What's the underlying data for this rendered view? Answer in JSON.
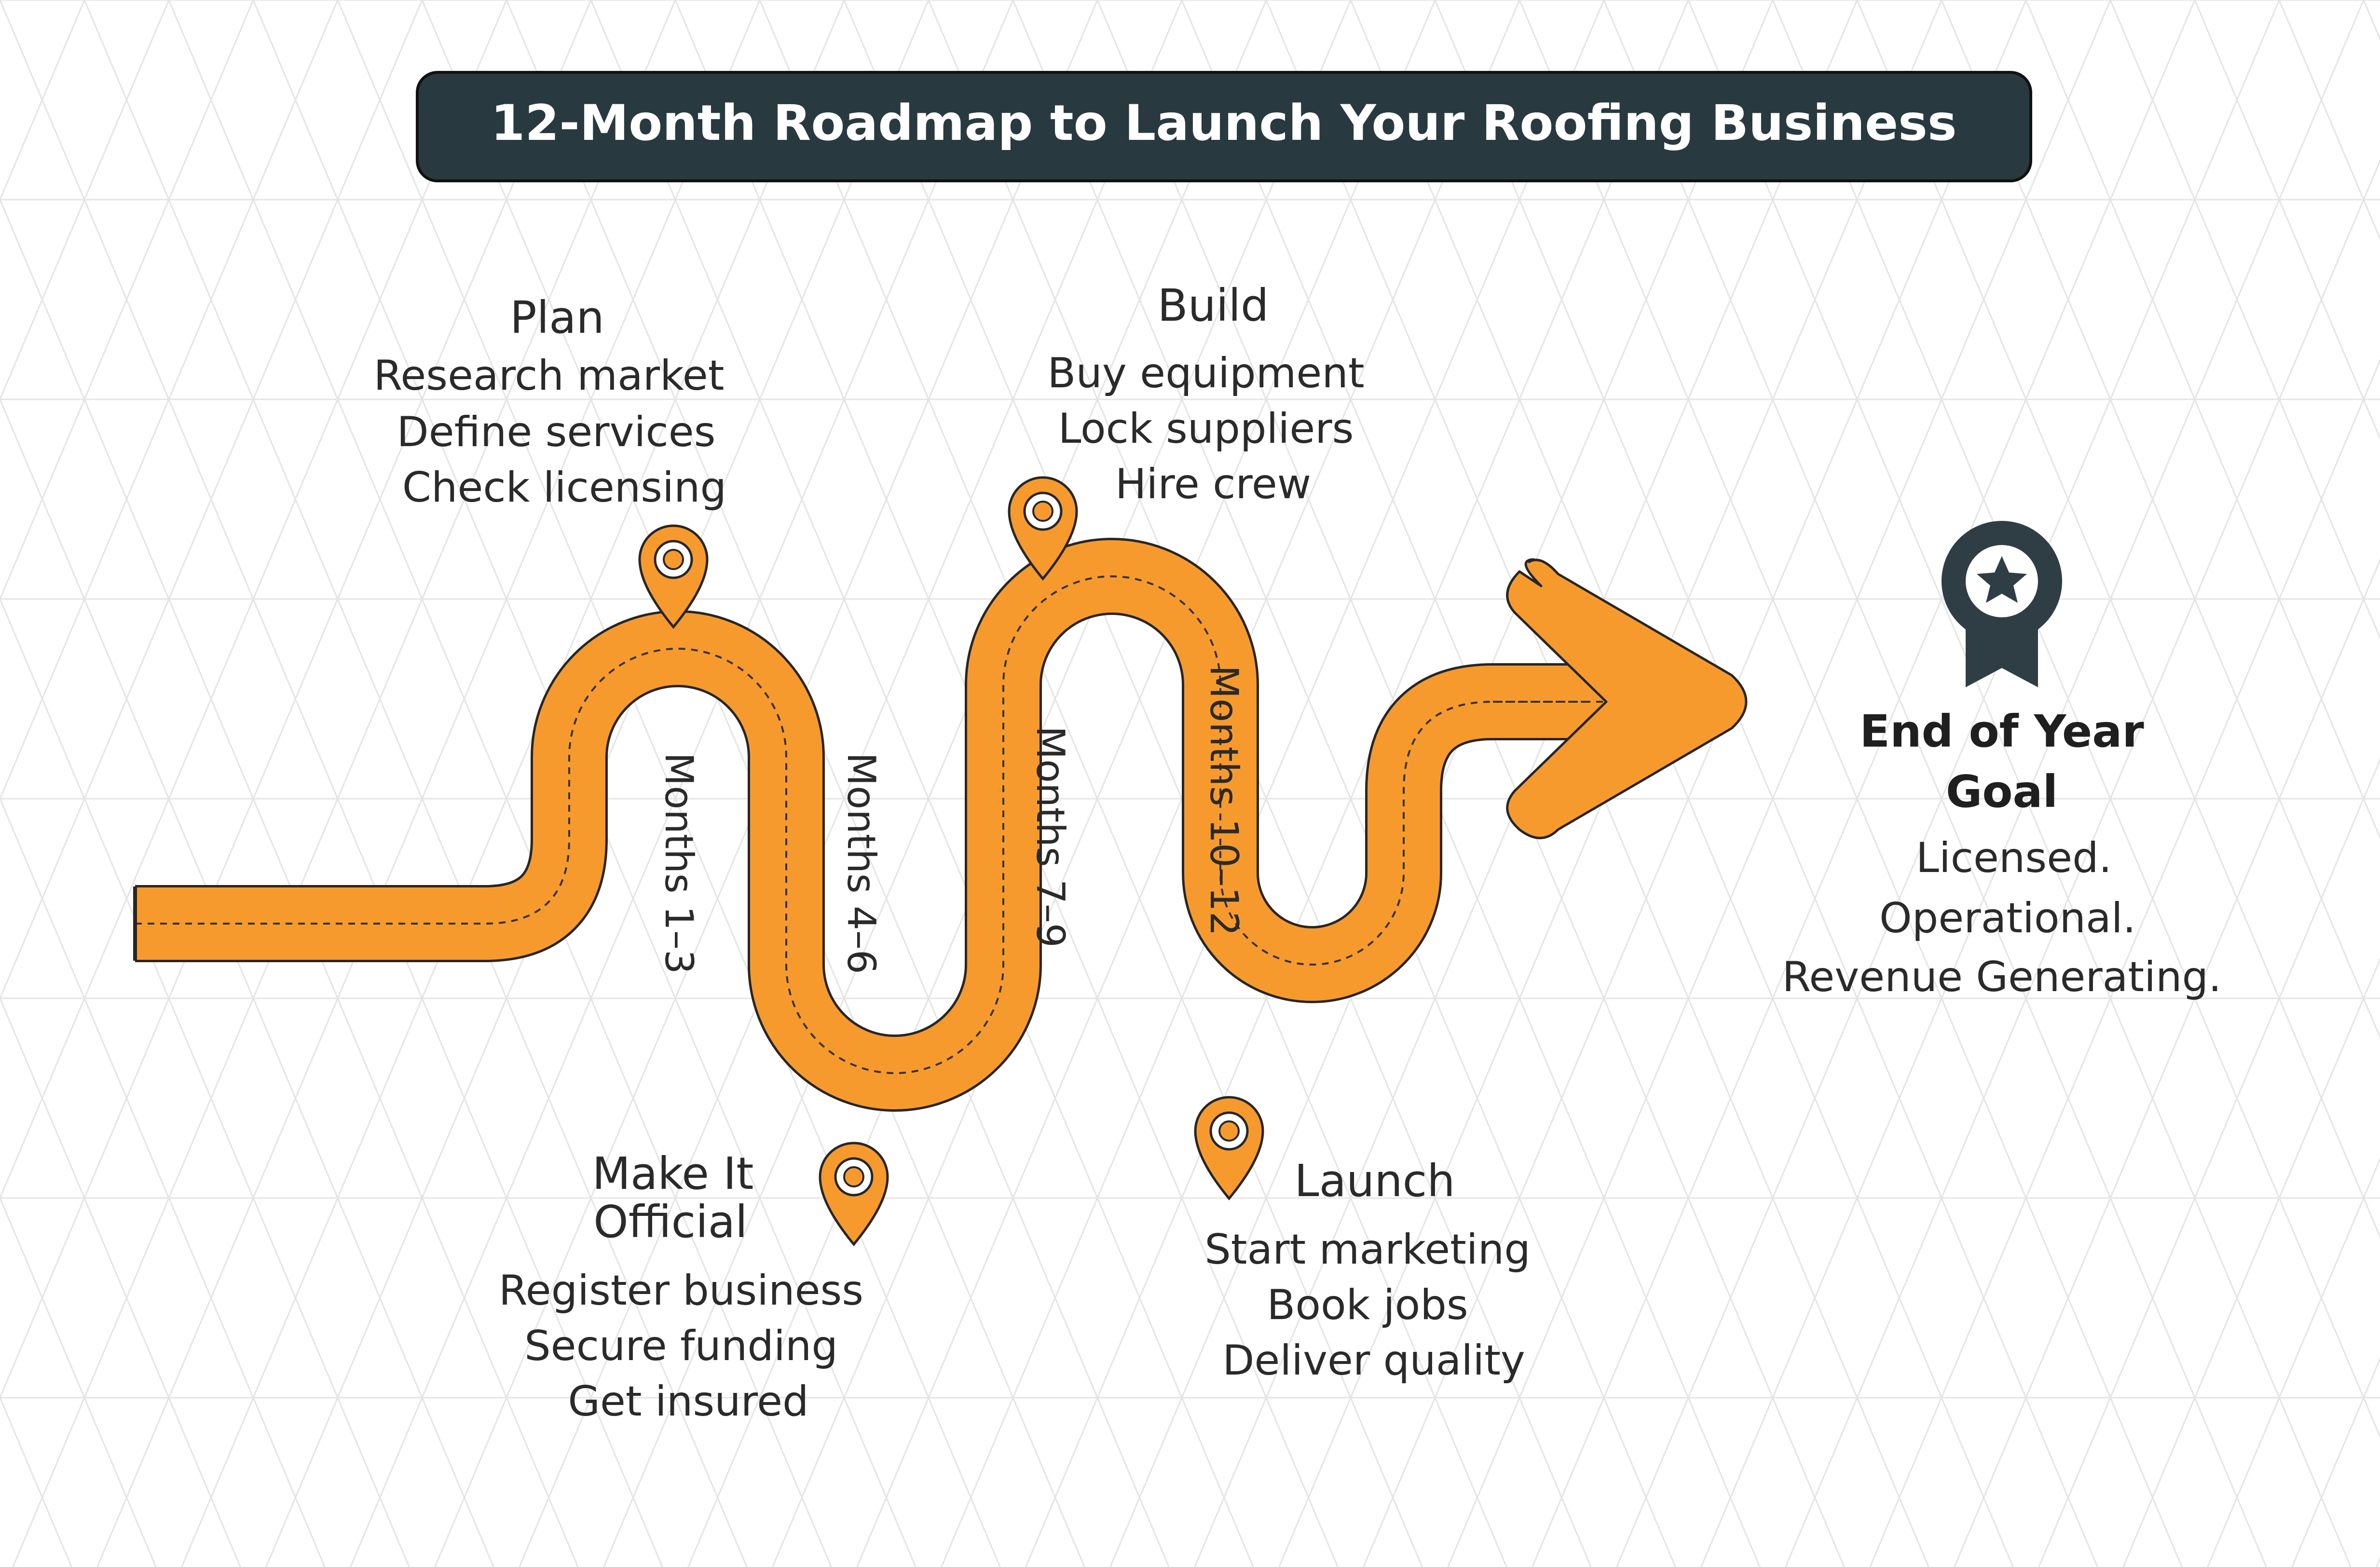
{
  "title": "12-Month Roadmap to Launch Your Roofing Business",
  "colors": {
    "road": "#F79A2E",
    "outline": "#262626",
    "title_bg": "#283A40",
    "badge": "#2F3E44",
    "grid": "#E4E4E4"
  },
  "stages": [
    {
      "heading": "Plan",
      "items": [
        "Research market",
        "Define services",
        "Check licensing"
      ],
      "period": "Months 1–3"
    },
    {
      "heading_line1": "Make It",
      "heading_line2": "Official",
      "items": [
        "Register business",
        "Secure funding",
        "Get insured"
      ],
      "period": "Months 4–6"
    },
    {
      "heading": "Build",
      "items": [
        "Buy equipment",
        "Lock suppliers",
        "Hire crew"
      ],
      "period": "Months 7–9"
    },
    {
      "heading": "Launch",
      "items": [
        "Start marketing",
        "Book jobs",
        "Deliver quality"
      ],
      "period": "Months 10–12"
    }
  ],
  "goal": {
    "heading_line1": "End of Year",
    "heading_line2": "Goal",
    "items": [
      "Licensed.",
      "Operational.",
      "Revenue Generating."
    ],
    "icon": "award-badge-icon"
  },
  "icons": {
    "pins": "location-pin-icon"
  }
}
